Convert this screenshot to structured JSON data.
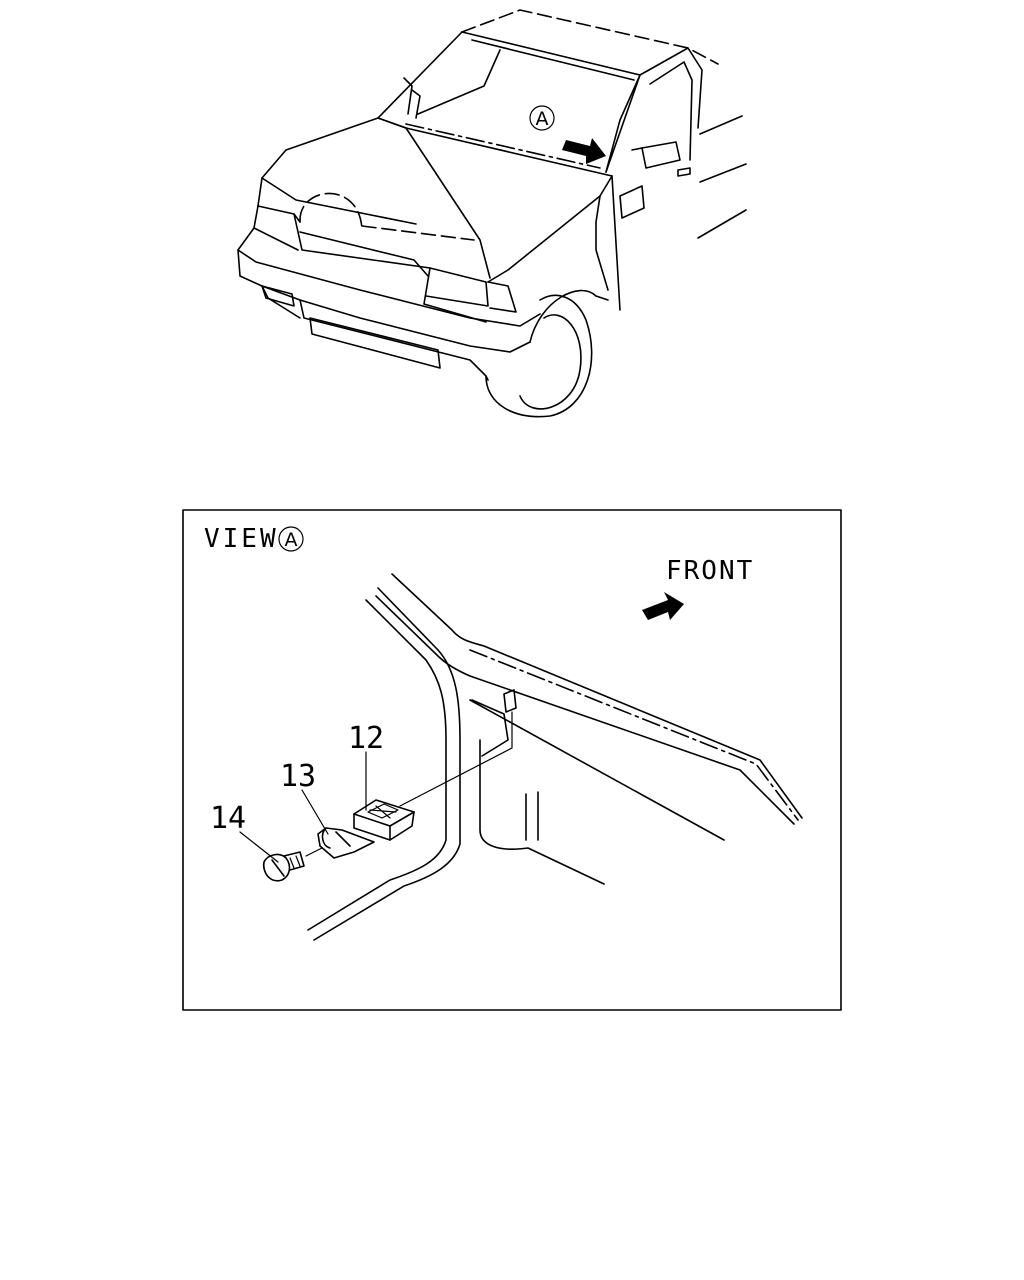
{
  "overview": {
    "view_marker": "A"
  },
  "view_panel": {
    "title": "VIEW",
    "title_marker": "A",
    "direction_label": "FRONT"
  },
  "callouts": [
    {
      "id": "12",
      "part": "ground-pad"
    },
    {
      "id": "13",
      "part": "clip"
    },
    {
      "id": "14",
      "part": "bolt"
    }
  ],
  "colors": {
    "line": "#000000",
    "background": "#ffffff"
  }
}
